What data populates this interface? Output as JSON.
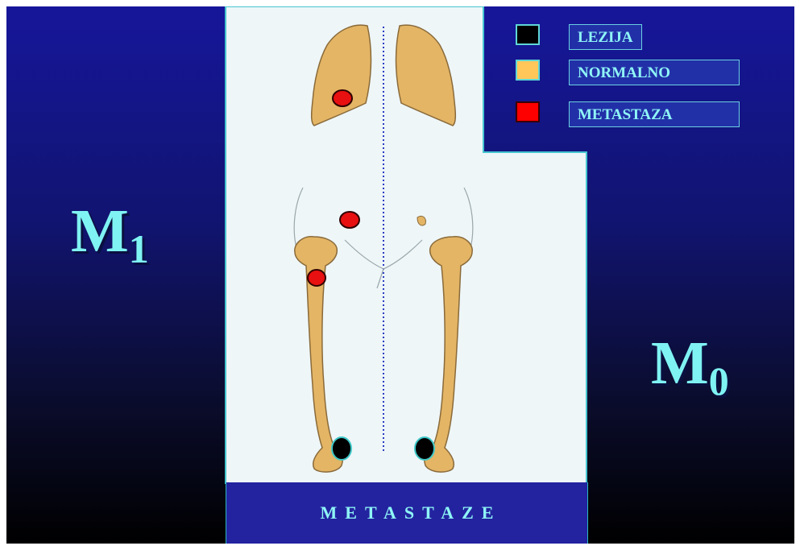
{
  "labels": {
    "left_main": "M",
    "left_sub": "1",
    "right_main": "M",
    "right_sub": "0"
  },
  "legend": [
    {
      "label": "LEZIJA",
      "color": "#000000"
    },
    {
      "label": "NORMALNO",
      "color": "#ffc75a"
    },
    {
      "label": "METASTAZA",
      "color": "#ff0000"
    }
  ],
  "footer": {
    "title": "METASTAZE"
  },
  "colors": {
    "bone": "#e3b565",
    "bone_outline": "#8a6a3a",
    "panel": "#eef6f8",
    "accent_text": "#8ff6f6",
    "lesion_black": "#000000",
    "metastasis_red": "#e81010"
  }
}
